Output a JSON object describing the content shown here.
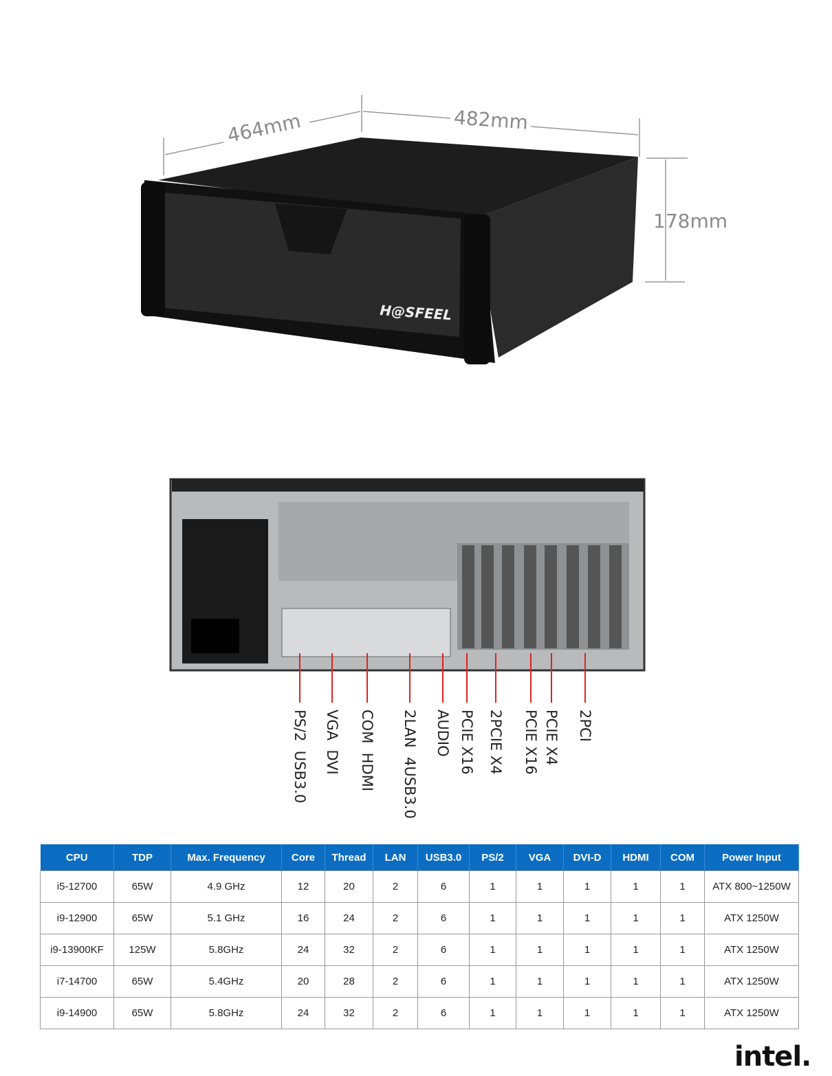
{
  "dimensions": {
    "depth": "464mm",
    "width": "482mm",
    "height": "178mm"
  },
  "brand_logo": "H@SFEEL",
  "port_labels": [
    "PS/2  USB3.0",
    "VGA  DVI",
    "COM  HDMI",
    "2LAN  4USB3.0",
    "AUDIO",
    "PCIE X16",
    "2PCIE X4",
    "PCIE X16",
    "PCIE X4",
    "2PCI"
  ],
  "table": {
    "headers": [
      "CPU",
      "TDP",
      "Max. Frequency",
      "Core",
      "Thread",
      "LAN",
      "USB3.0",
      "PS/2",
      "VGA",
      "DVI-D",
      "HDMI",
      "COM",
      "Power Input"
    ],
    "rows": [
      [
        "i5-12700",
        "65W",
        "4.9 GHz",
        "12",
        "20",
        "2",
        "6",
        "1",
        "1",
        "1",
        "1",
        "1",
        "ATX 800~1250W"
      ],
      [
        "i9-12900",
        "65W",
        "5.1 GHz",
        "16",
        "24",
        "2",
        "6",
        "1",
        "1",
        "1",
        "1",
        "1",
        "ATX 1250W"
      ],
      [
        "i9-13900KF",
        "125W",
        "5.8GHz",
        "24",
        "32",
        "2",
        "6",
        "1",
        "1",
        "1",
        "1",
        "1",
        "ATX 1250W"
      ],
      [
        "i7-14700",
        "65W",
        "5.4GHz",
        "20",
        "28",
        "2",
        "6",
        "1",
        "1",
        "1",
        "1",
        "1",
        "ATX 1250W"
      ],
      [
        "i9-14900",
        "65W",
        "5.8GHz",
        "24",
        "32",
        "2",
        "6",
        "1",
        "1",
        "1",
        "1",
        "1",
        "ATX 1250W"
      ]
    ]
  },
  "intel_logo": "intel."
}
